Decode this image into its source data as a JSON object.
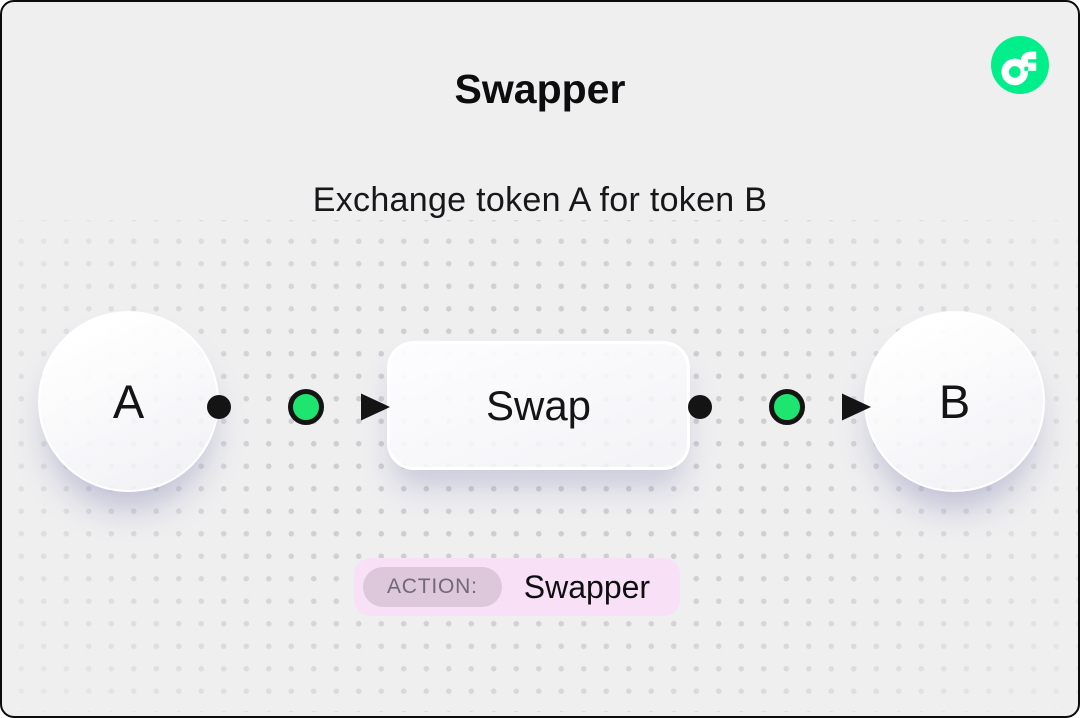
{
  "header": {
    "title": "Swapper",
    "subtitle": "Exchange token A for token B"
  },
  "diagram": {
    "node_a_label": "A",
    "process_label": "Swap",
    "node_b_label": "B"
  },
  "action_badge": {
    "label": "ACTION:",
    "value": "Swapper"
  },
  "icons": {
    "logo": "flow-logo",
    "connector": "arrow-right-with-token-dot"
  },
  "colors": {
    "accent_green": "#00EF8B",
    "connector_token_green": "#1EE56F",
    "badge_background_pink": "#F8E1F6",
    "badge_label_pill_mauve": "#DDC7DA",
    "card_background": "#EFEFF0",
    "ink": "#0D0D0F"
  }
}
